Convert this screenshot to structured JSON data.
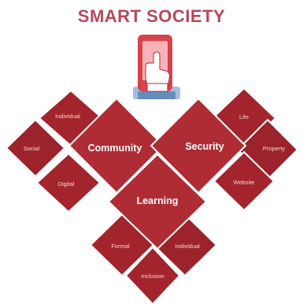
{
  "title": "SMART SOCIETY",
  "colors": {
    "title": "#b8475a",
    "big_diamond": "#b02c34",
    "small_diamond": "#a3242c",
    "small_diamond_alt": "#8f1f27",
    "border": "#ffffff",
    "icon_frame": "#d8424c",
    "icon_base": "#5a86c4"
  },
  "icon": "touch-tablet-icon",
  "groups": {
    "community": {
      "label": "Community",
      "items": [
        "Individual",
        "Social",
        "Digital"
      ]
    },
    "security": {
      "label": "Security",
      "items": [
        "Life",
        "Property",
        "Website"
      ]
    },
    "learning": {
      "label": "Learning",
      "items": [
        "Formal",
        "Individual",
        "Inclusion"
      ]
    }
  }
}
